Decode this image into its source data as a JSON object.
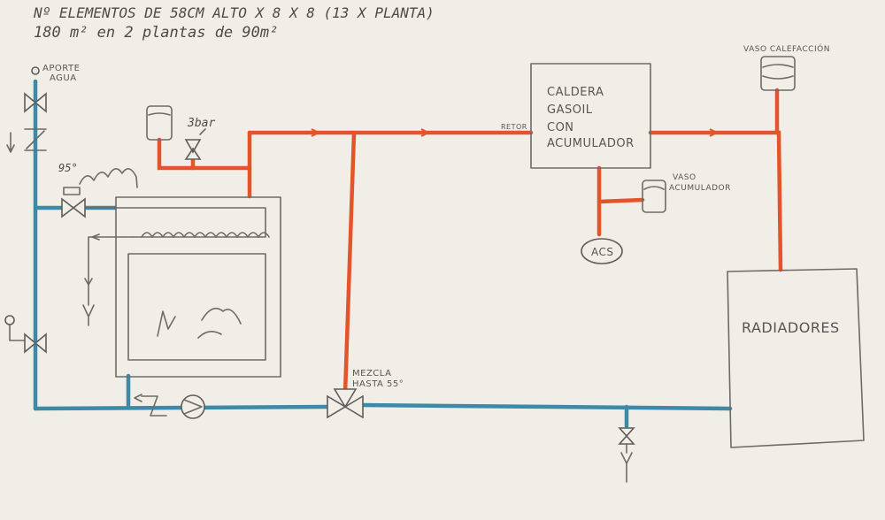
{
  "header": {
    "line1": "Nº ELEMENTOS DE 58CM ALTO X 8 X 8 (13 X PLANTA)",
    "line2": "180 m² en 2 plantas de 90m²"
  },
  "labels": {
    "aporte_agua": [
      "APORTE",
      "AGUA"
    ],
    "pressure": "3bar",
    "temp_95": "95°",
    "retorno": "RETOR",
    "caldera": [
      "CALDERA",
      "GASOIL",
      "CON",
      "ACUMULADOR"
    ],
    "vaso_acumulador": [
      "VASO",
      "ACUMULADOR"
    ],
    "acs": "ACS",
    "vaso_calefaccion": "VASO CALEFACCIÓN",
    "radiadores": "RADIADORES",
    "mezcla": [
      "MEZCLA",
      "HASTA 55°"
    ]
  },
  "colors": {
    "hot_pipe": "#e4542a",
    "cold_pipe": "#3d8aa8",
    "pencil": "#6d6b69",
    "paper": "#f1eee7"
  }
}
